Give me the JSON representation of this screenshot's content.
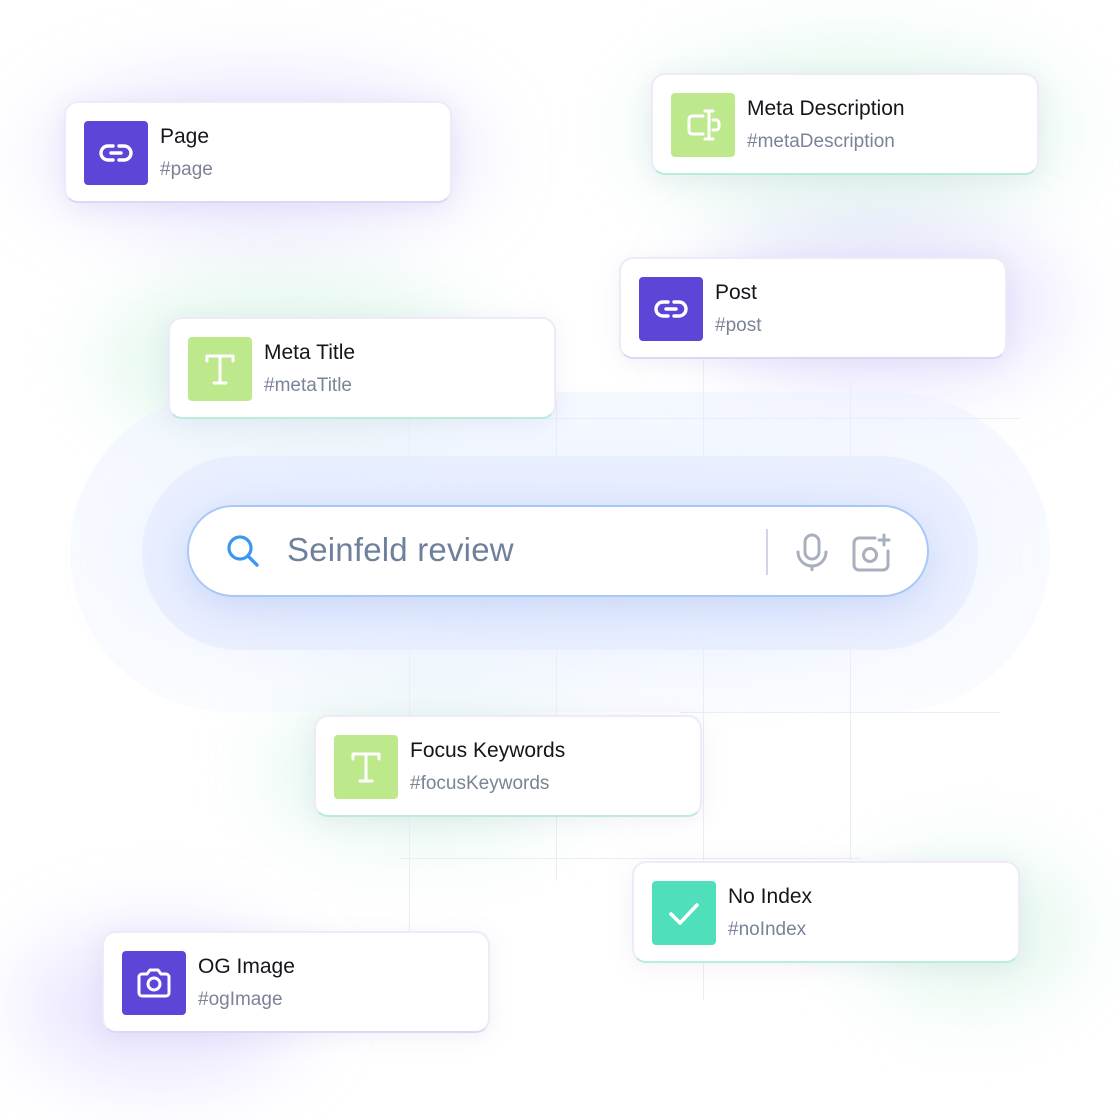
{
  "search": {
    "query": "Seinfeld review"
  },
  "icons": {
    "search": "search-icon",
    "microphone": "microphone-icon",
    "camera_search": "camera-search-icon"
  },
  "colors": {
    "purple": "#5d45d8",
    "lime": "#bde98c",
    "teal": "#4fe0bb",
    "search_border": "#a9c8f5"
  },
  "cards": {
    "page": {
      "title": "Page",
      "tag": "#page",
      "icon": "link-icon"
    },
    "meta_description": {
      "title": "Meta Description",
      "tag": "#metaDescription",
      "icon": "text-field-icon"
    },
    "post": {
      "title": "Post",
      "tag": "#post",
      "icon": "link-icon"
    },
    "meta_title": {
      "title": "Meta Title",
      "tag": "#metaTitle",
      "icon": "text-icon"
    },
    "focus_keywords": {
      "title": "Focus Keywords",
      "tag": "#focusKeywords",
      "icon": "text-icon"
    },
    "no_index": {
      "title": "No Index",
      "tag": "#noIndex",
      "icon": "checkmark-icon"
    },
    "og_image": {
      "title": "OG Image",
      "tag": "#ogImage",
      "icon": "camera-icon"
    }
  }
}
